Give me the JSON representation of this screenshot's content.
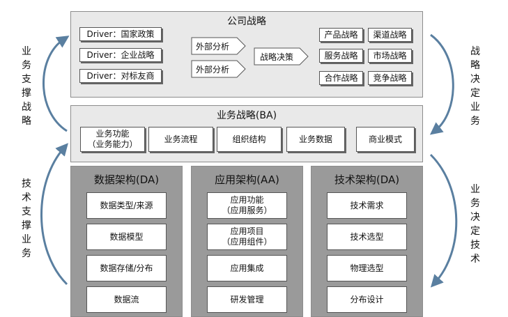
{
  "company": {
    "title": "公司战略",
    "drivers": [
      "Driver：国家政策",
      "Driver：企业战略",
      "Driver：对标友商"
    ],
    "analysis": [
      "外部分析",
      "外部分析"
    ],
    "decision": "战略决策",
    "strategies": [
      "产品战略",
      "渠道战略",
      "服务战略",
      "市场战略",
      "合作战略",
      "竞争战略"
    ]
  },
  "ba": {
    "title": "业务战略(BA)",
    "items": [
      "业务功能\n（业务能力）",
      "业务流程",
      "组织结构",
      "业务数据",
      "商业模式"
    ]
  },
  "da": {
    "title": "数据架构(DA)",
    "items": [
      "数据类型/来源",
      "数据模型",
      "数据存储/分布",
      "数据流"
    ]
  },
  "aa": {
    "title": "应用架构(AA)",
    "items": [
      "应用功能\n（应用服务）",
      "应用项目\n（应用组件）",
      "应用集成",
      "研发管理"
    ]
  },
  "ta": {
    "title": "技术架构(DA)",
    "items": [
      "技术需求",
      "技术选型",
      "物理选型",
      "分布设计"
    ]
  },
  "side_labels": {
    "left_top": "业务支撑战略",
    "left_bottom": "技术支撑业务",
    "right_top": "战略决定业务",
    "right_bottom": "业务决定技术"
  },
  "colors": {
    "panel_light": "#e9e9e9",
    "panel_dark": "#9a9a9a",
    "curve": "#5a7fa0"
  }
}
